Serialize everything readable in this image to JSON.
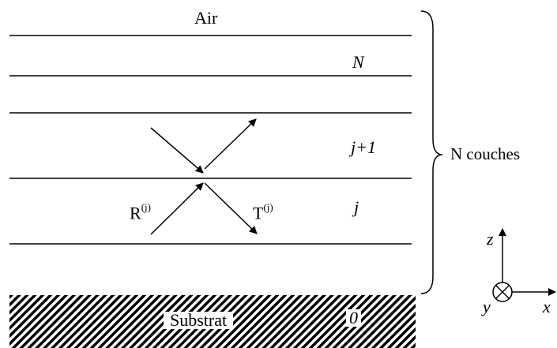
{
  "labels": {
    "air": "Air",
    "layer_N": "N",
    "layer_j_plus_1": "j+1",
    "layer_j": "j",
    "reflection": {
      "base": "R",
      "sup": "(j)"
    },
    "transmission": {
      "base": "T",
      "sup": "(j)"
    },
    "stack": "N couches",
    "substrate": "Substrat",
    "substrate_index": "0"
  },
  "axes": {
    "z": "z",
    "y": "y",
    "x": "x"
  },
  "colors": {
    "ink": "#000000",
    "background": "#ffffff"
  }
}
